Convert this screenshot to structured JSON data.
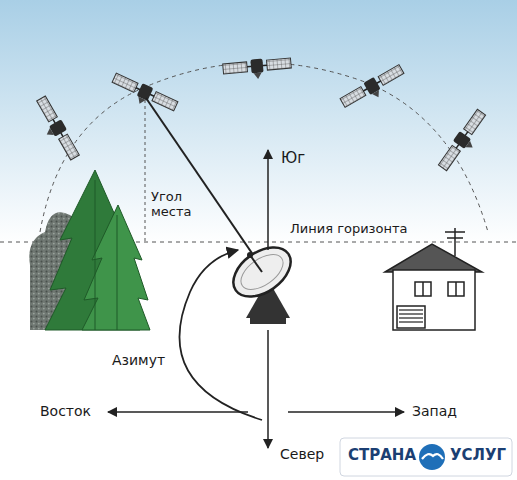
{
  "diagram": {
    "labels": [
      "Юг",
      "Угол места",
      "Линия горизонта",
      "Азимут",
      "Восток",
      "Запад",
      "Север",
      "СТРАНА",
      "УСЛУГ"
    ]
  }
}
